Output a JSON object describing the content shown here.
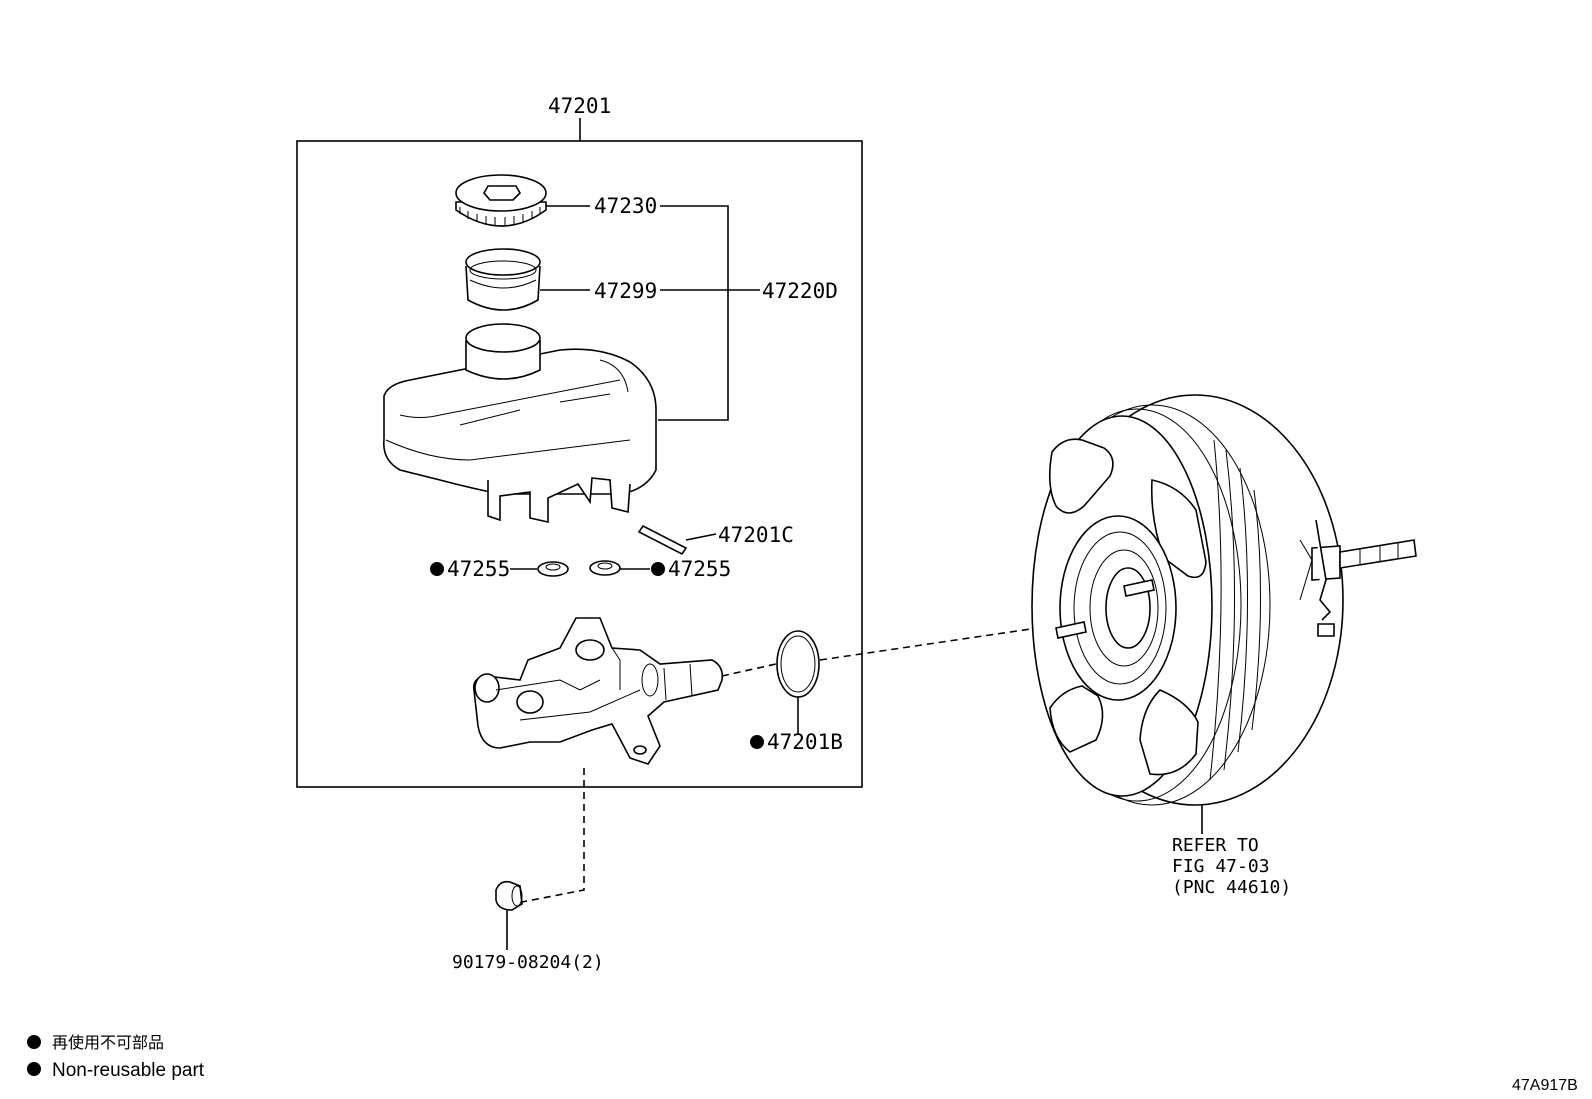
{
  "diagram": {
    "assembly_label": "47201",
    "labels": {
      "cap": "47230",
      "strainer": "47299",
      "reservoir_assy": "47220D",
      "pin": "47201C",
      "grommet_left": "47255",
      "grommet_right": "47255",
      "o_ring": "47201B",
      "plug": "90179-08204(2)",
      "booster_ref": [
        "REFER TO",
        "FIG 47-03",
        "(PNC 44610)"
      ]
    },
    "legend": {
      "japanese": "再使用不可部品",
      "english": "Non-reusable part"
    },
    "figure_code": "47A917B"
  }
}
